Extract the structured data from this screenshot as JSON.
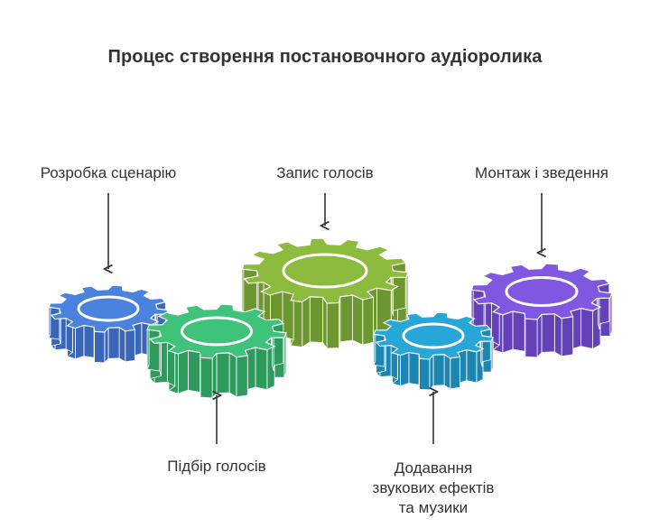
{
  "title": "Процес створення постановочного аудіоролика",
  "steps": [
    {
      "label": "Розробка сценарію",
      "color": "#4a82e0",
      "side": "#3a66b8",
      "position": "top"
    },
    {
      "label": "Підбір голосів",
      "color": "#3fc27a",
      "side": "#2e9a5e",
      "position": "bottom"
    },
    {
      "label": "Запис голосів",
      "color": "#8dbb3e",
      "side": "#6e9630",
      "position": "top"
    },
    {
      "label": "Додавання звукових ефектів та музики",
      "lines": [
        "Додавання",
        "звукових ефектів",
        "та музики"
      ],
      "color": "#27a7d8",
      "side": "#1c86b0",
      "position": "bottom"
    },
    {
      "label": "Монтаж і зведення",
      "color": "#8057e0",
      "side": "#6341b8",
      "position": "top"
    }
  ],
  "colors": {
    "arrow": "#333333",
    "text": "#333333",
    "background": "#ffffff"
  }
}
